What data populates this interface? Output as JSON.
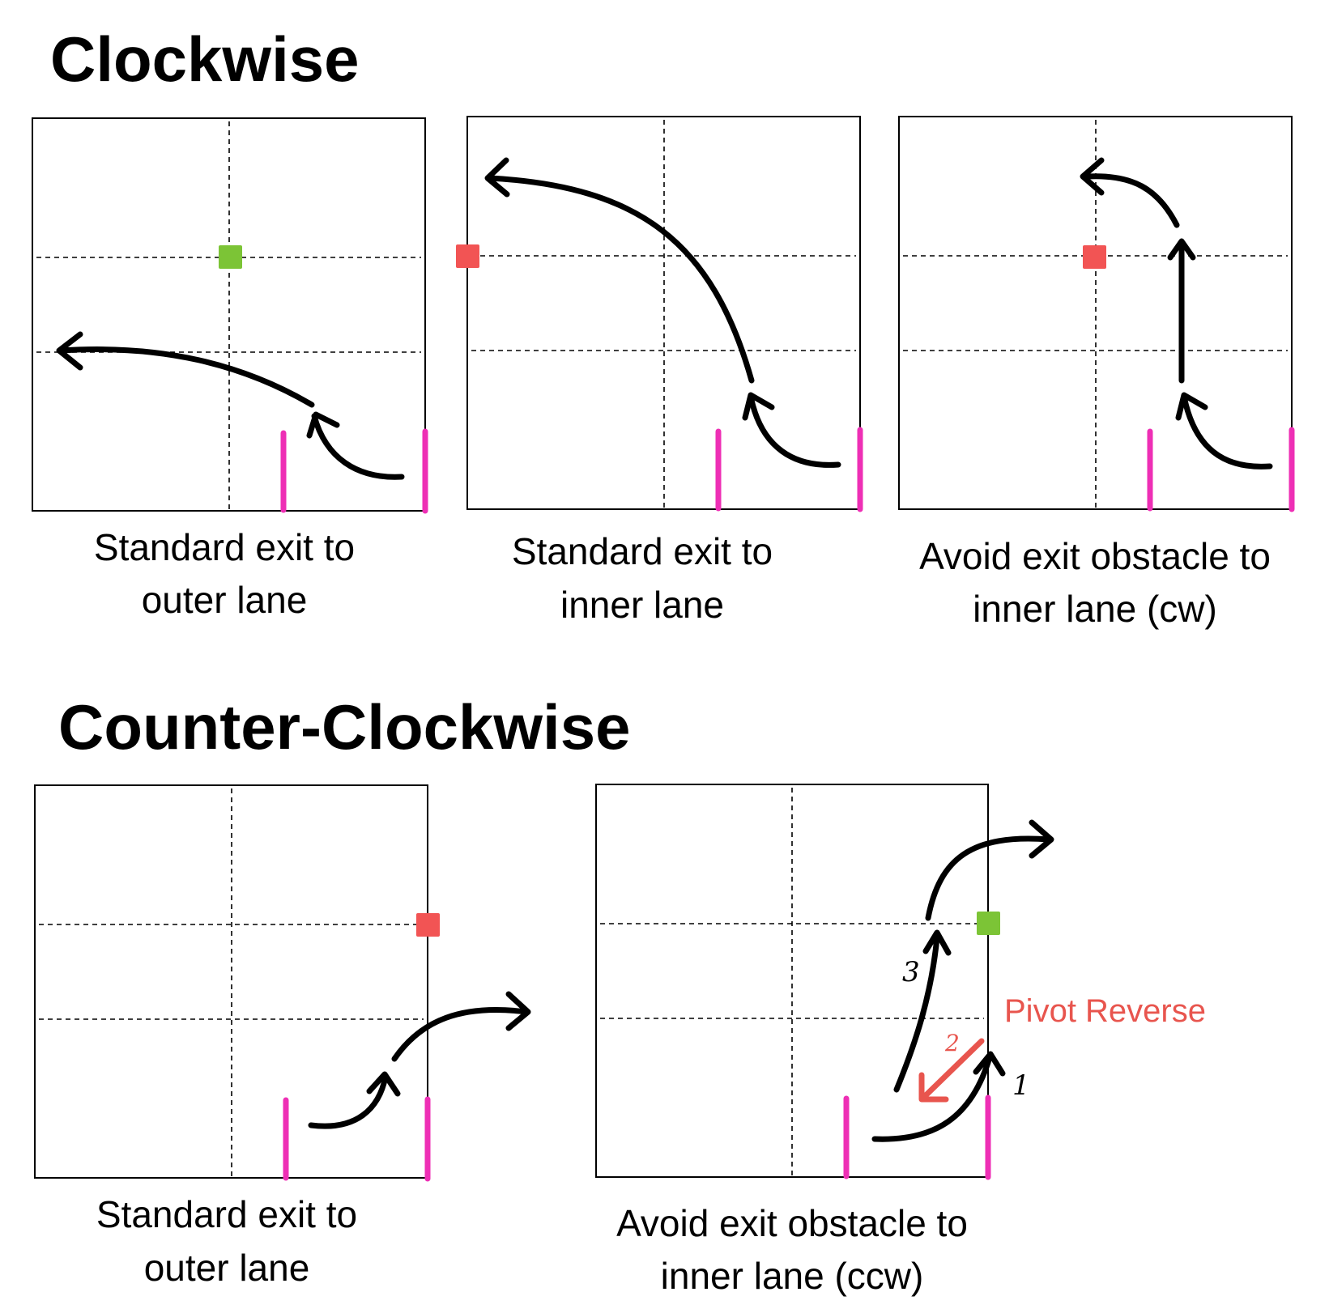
{
  "sections": {
    "clockwise": {
      "title": "Clockwise"
    },
    "counter_clockwise": {
      "title": "Counter-Clockwise"
    }
  },
  "panels": {
    "cw_outer": {
      "caption": [
        "Standard exit to",
        "outer lane"
      ]
    },
    "cw_inner": {
      "caption": [
        "Standard exit to",
        "inner lane"
      ]
    },
    "cw_avoid": {
      "caption": [
        "Avoid exit obstacle to",
        "inner lane (cw)"
      ]
    },
    "ccw_outer": {
      "caption": [
        "Standard exit to",
        "outer lane"
      ]
    },
    "ccw_avoid": {
      "caption": [
        "Avoid exit obstacle to",
        "inner lane (ccw)"
      ],
      "annotation": "Pivot Reverse",
      "steps": [
        "1",
        "2",
        "3"
      ]
    }
  },
  "colors": {
    "gate": "#ee2fb5",
    "green_marker": "#7cc436",
    "red_marker": "#f25454",
    "pivot_reverse": "#e8554e"
  }
}
